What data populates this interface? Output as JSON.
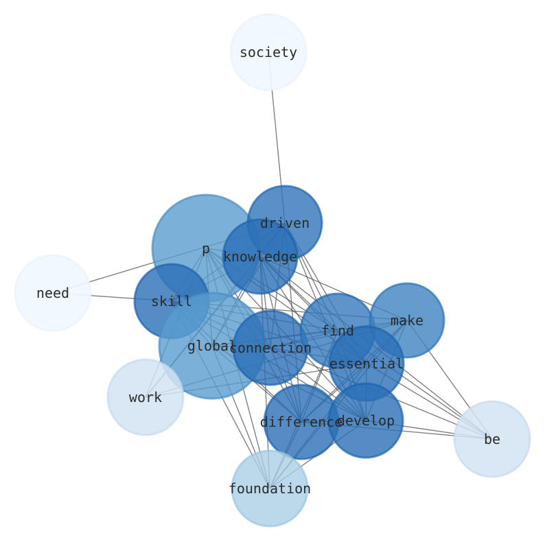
{
  "graph": {
    "nodes": [
      {
        "id": "society",
        "label": "society",
        "fill": "#f1f8fe",
        "stroke": "#e8f2fc",
        "opacity": 0.9
      },
      {
        "id": "p",
        "label": "p",
        "fill": "#5a9ecf",
        "stroke": "#4a8fc4",
        "opacity": 0.8
      },
      {
        "id": "driven",
        "label": "driven",
        "fill": "#2f74b9",
        "stroke": "#1f65ae",
        "opacity": 0.8
      },
      {
        "id": "knowledge",
        "label": "knowledge",
        "fill": "#2a6fb6",
        "stroke": "#1e62ab",
        "opacity": 0.8
      },
      {
        "id": "need",
        "label": "need",
        "fill": "#f1f8fe",
        "stroke": "#e8f2fc",
        "opacity": 0.9
      },
      {
        "id": "skill",
        "label": "skill",
        "fill": "#2a6fb6",
        "stroke": "#1e62ab",
        "opacity": 0.8
      },
      {
        "id": "global",
        "label": "global",
        "fill": "#5a9ecf",
        "stroke": "#4a8fc4",
        "opacity": 0.8
      },
      {
        "id": "connection",
        "label": "connection",
        "fill": "#2a6fb6",
        "stroke": "#1e62ab",
        "opacity": 0.8
      },
      {
        "id": "find",
        "label": "find",
        "fill": "#3579bc",
        "stroke": "#2468af",
        "opacity": 0.8
      },
      {
        "id": "make",
        "label": "make",
        "fill": "#3d83c2",
        "stroke": "#2c74b7",
        "opacity": 0.8
      },
      {
        "id": "essential",
        "label": "essential",
        "fill": "#2a6fb6",
        "stroke": "#1e62ab",
        "opacity": 0.8
      },
      {
        "id": "work",
        "label": "work",
        "fill": "#d3e3f3",
        "stroke": "#c6daee",
        "opacity": 0.85
      },
      {
        "id": "difference",
        "label": "difference",
        "fill": "#2a6fb6",
        "stroke": "#1e62ab",
        "opacity": 0.8
      },
      {
        "id": "develop",
        "label": "develop",
        "fill": "#2a6fb6",
        "stroke": "#1e62ab",
        "opacity": 0.8
      },
      {
        "id": "be",
        "label": "be",
        "fill": "#d3e3f3",
        "stroke": "#c6daee",
        "opacity": 0.85
      },
      {
        "id": "foundation",
        "label": "foundation",
        "fill": "#abcfe6",
        "stroke": "#9dc5e0",
        "opacity": 0.8
      }
    ],
    "edges": [
      [
        "society",
        "driven"
      ],
      [
        "need",
        "driven"
      ],
      [
        "need",
        "skill"
      ],
      [
        "p",
        "knowledge"
      ],
      [
        "p",
        "skill"
      ],
      [
        "p",
        "global"
      ],
      [
        "p",
        "connection"
      ],
      [
        "p",
        "find"
      ],
      [
        "p",
        "essential"
      ],
      [
        "p",
        "difference"
      ],
      [
        "p",
        "develop"
      ],
      [
        "p",
        "foundation"
      ],
      [
        "p",
        "work"
      ],
      [
        "driven",
        "knowledge"
      ],
      [
        "driven",
        "skill"
      ],
      [
        "driven",
        "global"
      ],
      [
        "driven",
        "connection"
      ],
      [
        "driven",
        "find"
      ],
      [
        "driven",
        "essential"
      ],
      [
        "driven",
        "difference"
      ],
      [
        "driven",
        "develop"
      ],
      [
        "driven",
        "work"
      ],
      [
        "knowledge",
        "skill"
      ],
      [
        "knowledge",
        "global"
      ],
      [
        "knowledge",
        "connection"
      ],
      [
        "knowledge",
        "find"
      ],
      [
        "knowledge",
        "make"
      ],
      [
        "knowledge",
        "essential"
      ],
      [
        "knowledge",
        "difference"
      ],
      [
        "knowledge",
        "develop"
      ],
      [
        "knowledge",
        "foundation"
      ],
      [
        "knowledge",
        "be"
      ],
      [
        "skill",
        "global"
      ],
      [
        "skill",
        "connection"
      ],
      [
        "skill",
        "find"
      ],
      [
        "skill",
        "make"
      ],
      [
        "skill",
        "essential"
      ],
      [
        "skill",
        "difference"
      ],
      [
        "skill",
        "develop"
      ],
      [
        "skill",
        "foundation"
      ],
      [
        "global",
        "connection"
      ],
      [
        "global",
        "find"
      ],
      [
        "global",
        "make"
      ],
      [
        "global",
        "difference"
      ],
      [
        "global",
        "develop"
      ],
      [
        "global",
        "foundation"
      ],
      [
        "connection",
        "find"
      ],
      [
        "connection",
        "make"
      ],
      [
        "connection",
        "essential"
      ],
      [
        "connection",
        "difference"
      ],
      [
        "connection",
        "develop"
      ],
      [
        "connection",
        "be"
      ],
      [
        "find",
        "essential"
      ],
      [
        "find",
        "difference"
      ],
      [
        "find",
        "develop"
      ],
      [
        "find",
        "be"
      ],
      [
        "find",
        "foundation"
      ],
      [
        "make",
        "essential"
      ],
      [
        "make",
        "difference"
      ],
      [
        "make",
        "develop"
      ],
      [
        "make",
        "be"
      ],
      [
        "make",
        "foundation"
      ],
      [
        "make",
        "work"
      ],
      [
        "essential",
        "difference"
      ],
      [
        "essential",
        "develop"
      ],
      [
        "essential",
        "be"
      ],
      [
        "essential",
        "foundation"
      ],
      [
        "essential",
        "work"
      ],
      [
        "difference",
        "develop"
      ],
      [
        "difference",
        "foundation"
      ],
      [
        "difference",
        "be"
      ],
      [
        "develop",
        "be"
      ],
      [
        "develop",
        "foundation"
      ],
      [
        "work",
        "knowledge"
      ]
    ]
  }
}
